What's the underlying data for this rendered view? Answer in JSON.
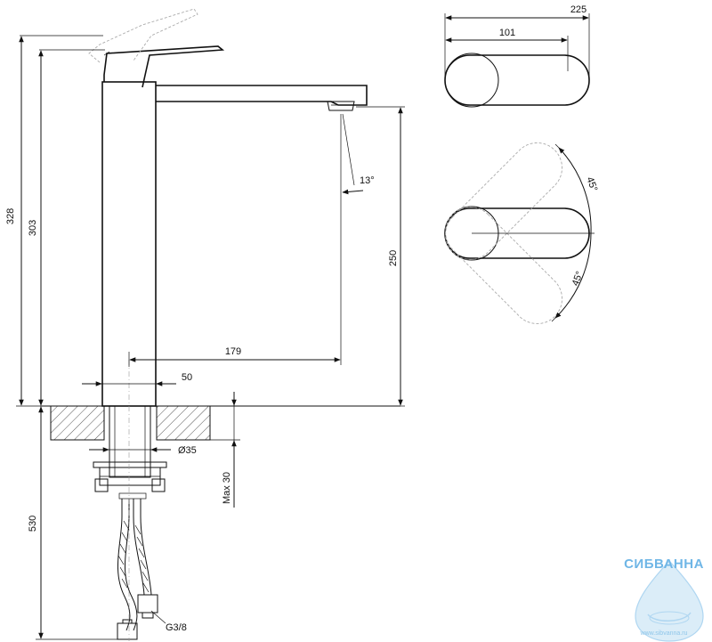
{
  "dimensions": {
    "total_height": "328",
    "body_height": "303",
    "spout_height": "250",
    "spout_reach": "179",
    "body_width": "50",
    "spout_angle": "13°",
    "top_total_length": "225",
    "top_handle_length": "101",
    "rotation_up": "45°",
    "rotation_down": "45°",
    "hole_diameter": "Ø35",
    "max_counter_thickness": "Max 30",
    "hose_length": "530",
    "hose_thread": "G3/8"
  },
  "logo": {
    "brand": "СИБВАННА",
    "site": "www.sibvanna.ru"
  },
  "colors": {
    "line": "#111111",
    "hatch": "#555555",
    "ghost": "#aaaaaa",
    "logo": "#6fb6e6"
  }
}
